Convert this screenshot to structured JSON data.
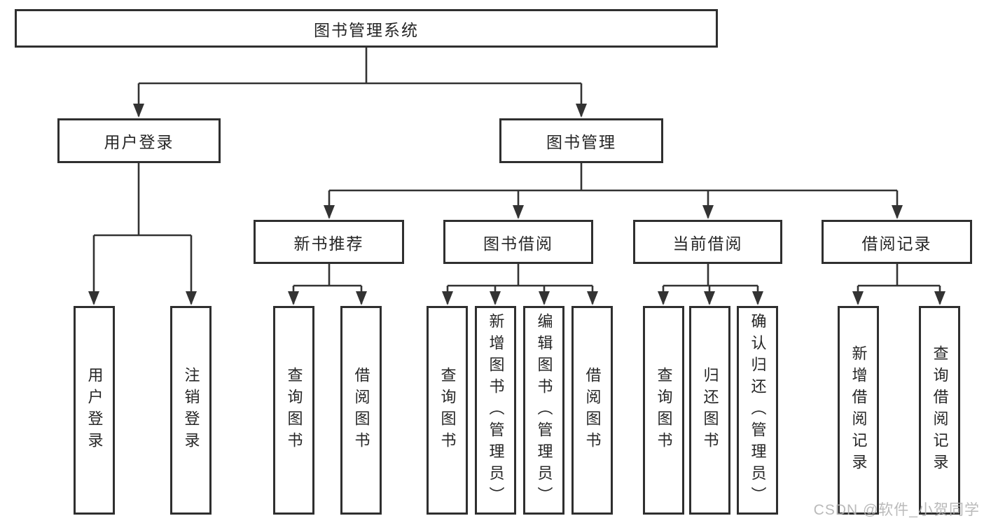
{
  "diagram_title": "图书管理系统",
  "nodes": {
    "root": {
      "label": "图书管理系统"
    },
    "user_login": {
      "label": "用户登录"
    },
    "book_mgmt": {
      "label": "图书管理"
    },
    "new_book_rec": {
      "label": "新书推荐"
    },
    "book_borrow": {
      "label": "图书借阅"
    },
    "current_borrow": {
      "label": "当前借阅"
    },
    "borrow_record": {
      "label": "借阅记录"
    },
    "leaf_user_login": {
      "label": "用户登录"
    },
    "leaf_logout": {
      "label": "注销登录"
    },
    "leaf_nb_query": {
      "label": "查询图书"
    },
    "leaf_nb_borrow": {
      "label": "借阅图书"
    },
    "leaf_bb_query": {
      "label": "查询图书"
    },
    "leaf_bb_add": {
      "label": "新增图书（管理员）"
    },
    "leaf_bb_edit": {
      "label": "编辑图书（管理员）"
    },
    "leaf_bb_borrow": {
      "label": "借阅图书"
    },
    "leaf_cb_query": {
      "label": "查询图书"
    },
    "leaf_cb_return": {
      "label": "归还图书"
    },
    "leaf_cb_confirm": {
      "label": "确认归还（管理员）"
    },
    "leaf_br_add": {
      "label": "新增借阅记录"
    },
    "leaf_br_query": {
      "label": "查询借阅记录"
    }
  },
  "hierarchy": {
    "图书管理系统": {
      "用户登录": [
        "用户登录",
        "注销登录"
      ],
      "图书管理": {
        "新书推荐": [
          "查询图书",
          "借阅图书"
        ],
        "图书借阅": [
          "查询图书",
          "新增图书（管理员）",
          "编辑图书（管理员）",
          "借阅图书"
        ],
        "当前借阅": [
          "查询图书",
          "归还图书",
          "确认归还（管理员）"
        ],
        "借阅记录": [
          "新增借阅记录",
          "查询借阅记录"
        ]
      }
    }
  },
  "watermark": {
    "text": "CSDN @软件_小贺同学"
  },
  "colors": {
    "line": "#333333",
    "box_border": "#2f2f2f",
    "text": "#262626",
    "background": "#ffffff",
    "watermark": "#b3b3b3"
  }
}
